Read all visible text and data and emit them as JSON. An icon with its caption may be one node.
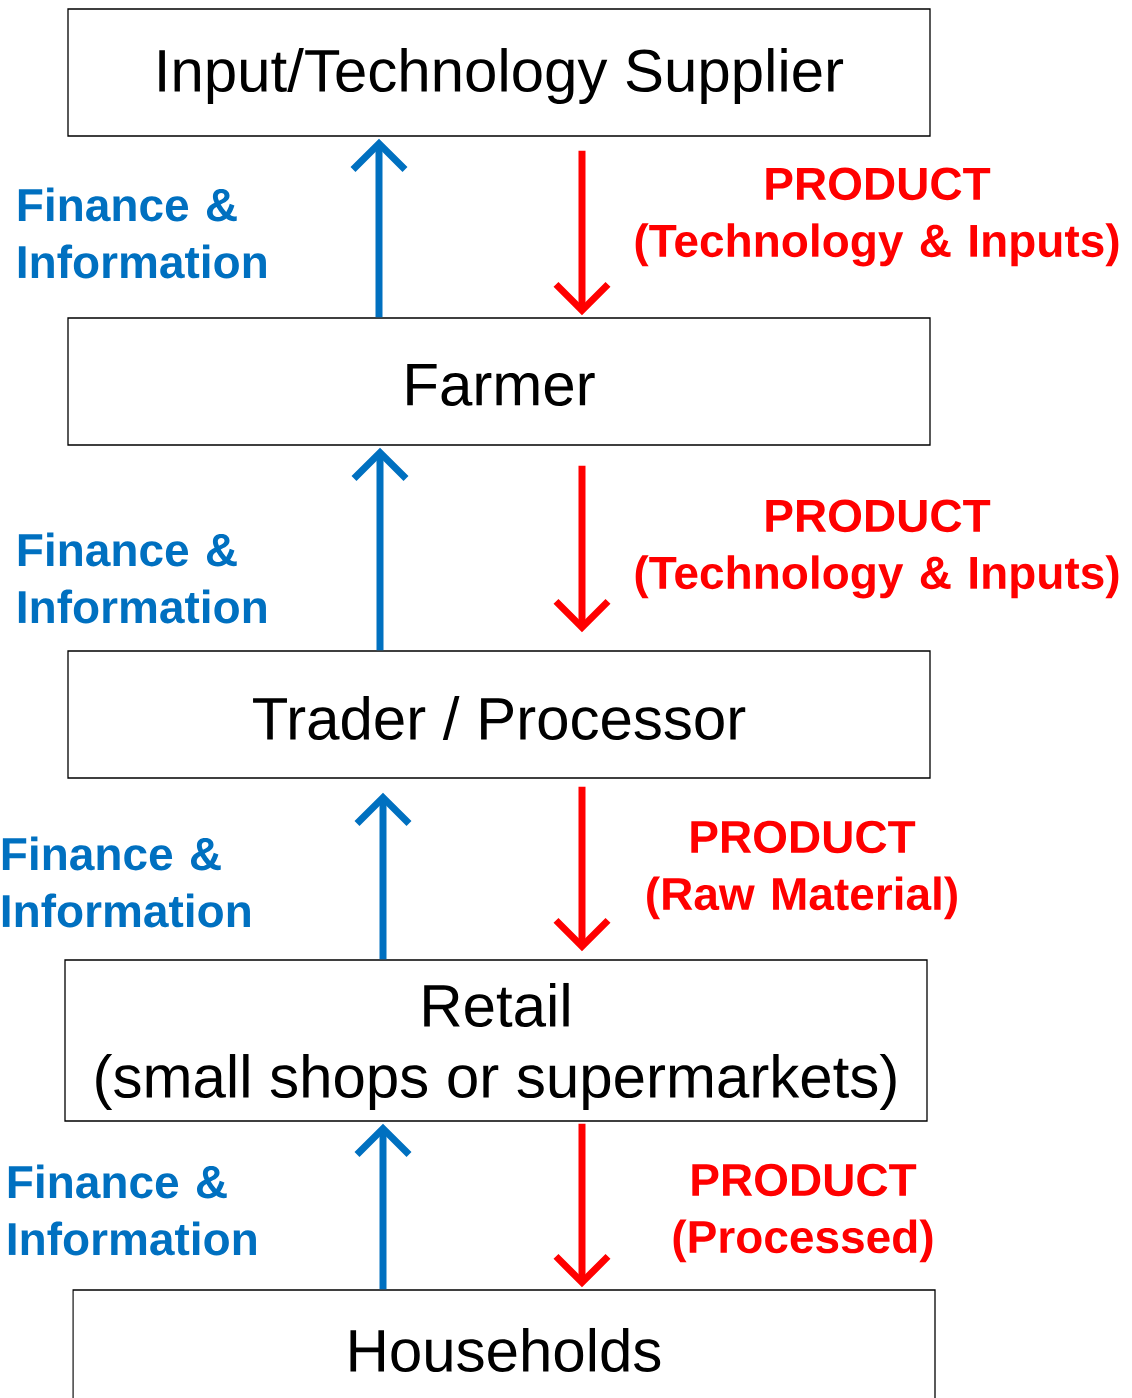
{
  "diagram": {
    "nodes": [
      {
        "text": [
          "Input/Technology Supplier"
        ]
      },
      {
        "text": [
          "Farmer"
        ]
      },
      {
        "text": [
          "Trader / Processor"
        ]
      },
      {
        "text": [
          "Retail",
          "(small shops or supermarkets)"
        ]
      },
      {
        "text": [
          "Households"
        ]
      }
    ],
    "edges": [
      {
        "from": 1,
        "to": 0,
        "arrow": "to",
        "label": "Finance & Information",
        "color": "#0070c0"
      },
      {
        "from": 0,
        "to": 1,
        "arrow": "to",
        "label": "PRODUCT (Technology & Inputs)",
        "color": "#ff0000"
      },
      {
        "from": 2,
        "to": 1,
        "arrow": "to",
        "label": "Finance & Information",
        "color": "#0070c0"
      },
      {
        "from": 1,
        "to": 2,
        "arrow": "to",
        "label": "PRODUCT (Technology & Inputs)",
        "color": "#ff0000"
      },
      {
        "from": 3,
        "to": 2,
        "arrow": "to",
        "label": "Finance & Information",
        "color": "#0070c0"
      },
      {
        "from": 2,
        "to": 3,
        "arrow": "to",
        "label": "PRODUCT (Raw Material)",
        "color": "#ff0000"
      },
      {
        "from": 4,
        "to": 3,
        "arrow": "to",
        "label": "Finance & Information",
        "color": "#0070c0"
      },
      {
        "from": 3,
        "to": 4,
        "arrow": "to",
        "label": "PRODUCT (Processed)",
        "color": "#ff0000"
      }
    ]
  }
}
